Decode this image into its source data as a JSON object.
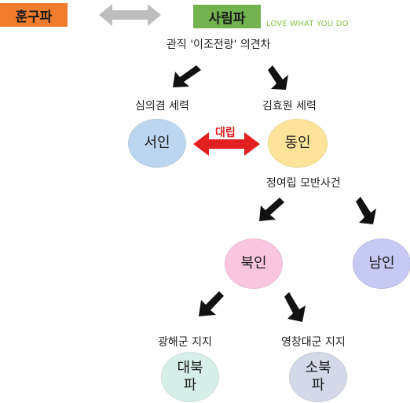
{
  "header": {
    "hungu": {
      "label": "훈구파",
      "color": "#ef7d2d"
    },
    "sarim": {
      "label": "사림파",
      "color": "#72b24f"
    },
    "slogan": "LOVE WHAT YOU DO"
  },
  "labels": {
    "split_cause": "관직 '이조전랑' 의견차",
    "sim_faction": "심의겸 세력",
    "kim_faction": "김효원 세력",
    "conflict": "대립",
    "jeong_incident": "정여립 모반사건",
    "gwanghae_support": "광해군 지지",
    "yeongchang_support": "영창대군 지지"
  },
  "nodes": {
    "seoin": {
      "label": "서인",
      "color": "#bcd6ef"
    },
    "dongin": {
      "label": "동인",
      "color": "#fde49a"
    },
    "bugin": {
      "label": "북인",
      "color": "#f8c6de"
    },
    "namin": {
      "label": "남인",
      "color": "#c6c9f2"
    },
    "daebuk": {
      "line1": "대북",
      "line2": "파",
      "color": "#d7efe9"
    },
    "sobuk": {
      "line1": "소북",
      "line2": "파",
      "color": "#d3d9e6"
    }
  },
  "colors": {
    "double_arrow_gray": "#bdbdbd",
    "double_arrow_red": "#e32020",
    "arrow_black": "#111111"
  }
}
